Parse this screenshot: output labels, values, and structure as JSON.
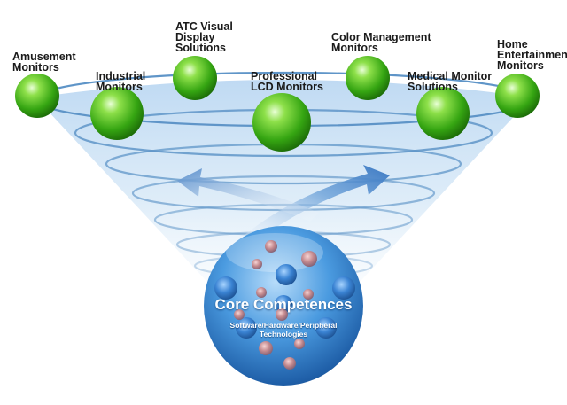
{
  "nodes": [
    {
      "id": "amusement",
      "label": "Amusement\nMonitors"
    },
    {
      "id": "industrial",
      "label": "Industrial\nMonitors"
    },
    {
      "id": "atc",
      "label": "ATC Visual\nDisplay\nSolutions"
    },
    {
      "id": "professional",
      "label": "Professional\nLCD Monitors"
    },
    {
      "id": "color",
      "label": "Color Management\nMonitors"
    },
    {
      "id": "medical",
      "label": "Medical Monitor\nSolutions"
    },
    {
      "id": "home",
      "label": "Home\nEntertainment\nMonitors"
    }
  ],
  "core": {
    "title": "Core Competences",
    "subtitle": "Software/Hardware/Peripheral\nTechnologies"
  },
  "colors": {
    "sphere_green": "#3fbf1c",
    "core_blue": "#2a7fc9",
    "funnel_blue": "#9fc6ec",
    "ring_blue": "#5f95c8"
  }
}
